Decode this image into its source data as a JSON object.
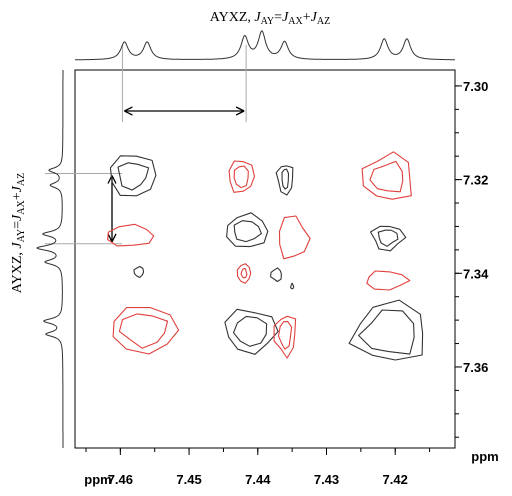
{
  "chart_data": {
    "type": "contour-2d-nmr",
    "title": "AYXZ, J_AY=J_AX+J_AZ",
    "title_parts": {
      "prefix": "AYXZ, ",
      "j1": "J",
      "s1": "AY",
      "eq": "=",
      "j2": "J",
      "s2": "AX",
      "plus": "+",
      "j3": "J",
      "s3": "AZ"
    },
    "ylabel_parts": {
      "prefix": "AYXZ, ",
      "j1": "J",
      "s1": "AY",
      "eq": "=",
      "j2": "J",
      "s2": "AX",
      "plus": "+",
      "j3": "J",
      "s3": "AZ"
    },
    "xlabel": "ppm",
    "ylabel": "ppm",
    "xlim": [
      7.4666,
      7.4113
    ],
    "ylim": [
      7.2966,
      7.3773
    ],
    "x_ticks": [
      7.46,
      7.45,
      7.44,
      7.43,
      7.42
    ],
    "x_tick_labels": [
      "7.46",
      "7.45",
      "7.44",
      "7.43",
      "7.42"
    ],
    "y_ticks": [
      7.3,
      7.32,
      7.34,
      7.36
    ],
    "y_tick_labels": [
      "7.30",
      "7.32",
      "7.34",
      "7.36"
    ],
    "colors": {
      "positive": "#333333",
      "negative": "#e0403c",
      "axis": "#000000",
      "guide": "#aaaaaa"
    },
    "top_spectrum_peaks": [
      {
        "ppm": 7.4594,
        "height": 0.58
      },
      {
        "ppm": 7.4561,
        "height": 0.58
      },
      {
        "ppm": 7.4419,
        "height": 0.75
      },
      {
        "ppm": 7.4394,
        "height": 0.9
      },
      {
        "ppm": 7.4361,
        "height": 0.58
      },
      {
        "ppm": 7.4216,
        "height": 0.68
      },
      {
        "ppm": 7.4183,
        "height": 0.68
      }
    ],
    "left_spectrum_peaks": [
      {
        "ppm": 7.318,
        "height": 0.5
      },
      {
        "ppm": 7.3212,
        "height": 0.45
      },
      {
        "ppm": 7.3316,
        "height": 0.7
      },
      {
        "ppm": 7.3346,
        "height": 0.9
      },
      {
        "ppm": 7.3376,
        "height": 0.62
      },
      {
        "ppm": 7.3502,
        "height": 0.68
      },
      {
        "ppm": 7.353,
        "height": 0.6
      }
    ],
    "contours": [
      {
        "sign": "positive",
        "x": 7.4582,
        "y": 7.3191,
        "rx": [
          0.0034,
          0.0022
        ],
        "ry": [
          0.0046,
          0.0029
        ]
      },
      {
        "sign": "negative",
        "x": 7.4424,
        "y": 7.3193,
        "rx": [
          0.0019,
          0.0011
        ],
        "ry": [
          0.0035,
          0.0023
        ]
      },
      {
        "sign": "positive",
        "x": 7.436,
        "y": 7.3198,
        "rx": [
          0.0012,
          0.0005
        ],
        "ry": [
          0.0031,
          0.0022
        ]
      },
      {
        "sign": "negative",
        "x": 7.421,
        "y": 7.3196,
        "rx": [
          0.0037,
          0.0024
        ],
        "ry": [
          0.005,
          0.0032
        ]
      },
      {
        "sign": "negative",
        "x": 7.4586,
        "y": 7.332,
        "rx": [
          0.0034
        ],
        "ry": [
          0.0023
        ]
      },
      {
        "sign": "positive",
        "x": 7.4416,
        "y": 7.331,
        "rx": [
          0.0031,
          0.002
        ],
        "ry": [
          0.0036,
          0.0022
        ]
      },
      {
        "sign": "negative",
        "x": 7.4349,
        "y": 7.3325,
        "rx": [
          0.0022
        ],
        "ry": [
          0.0044
        ]
      },
      {
        "sign": "positive",
        "x": 7.4211,
        "y": 7.3323,
        "rx": [
          0.0023,
          0.0014
        ],
        "ry": [
          0.0027,
          0.0017
        ]
      },
      {
        "sign": "positive",
        "x": 7.4573,
        "y": 7.3397,
        "rx": [
          0.0007
        ],
        "ry": [
          0.0011
        ]
      },
      {
        "sign": "negative",
        "x": 7.442,
        "y": 7.34,
        "rx": [
          0.001,
          0.0004
        ],
        "ry": [
          0.002,
          0.001
        ]
      },
      {
        "sign": "positive",
        "x": 7.4373,
        "y": 7.3403,
        "rx": [
          0.0008
        ],
        "ry": [
          0.0013
        ]
      },
      {
        "sign": "positive",
        "x": 7.435,
        "y": 7.3428,
        "rx": [
          0.0002
        ],
        "ry": [
          0.0006
        ]
      },
      {
        "sign": "negative",
        "x": 7.4213,
        "y": 7.3415,
        "rx": [
          0.003
        ],
        "ry": [
          0.002
        ]
      },
      {
        "sign": "negative",
        "x": 7.4566,
        "y": 7.352,
        "rx": [
          0.0049,
          0.0034
        ],
        "ry": [
          0.005,
          0.0035
        ]
      },
      {
        "sign": "positive",
        "x": 7.441,
        "y": 7.3523,
        "rx": [
          0.0037,
          0.0024
        ],
        "ry": [
          0.0046,
          0.0032
        ]
      },
      {
        "sign": "negative",
        "x": 7.436,
        "y": 7.353,
        "rx": [
          0.0016,
          0.0009
        ],
        "ry": [
          0.0044,
          0.003
        ]
      },
      {
        "sign": "positive",
        "x": 7.4207,
        "y": 7.3527,
        "rx": [
          0.0054,
          0.004
        ],
        "ry": [
          0.0062,
          0.0047
        ]
      }
    ],
    "x_splitting_markers": {
      "from": 7.4597,
      "to": 7.4417
    },
    "y_splitting_markers": {
      "from": 7.3187,
      "to": 7.3337
    }
  }
}
